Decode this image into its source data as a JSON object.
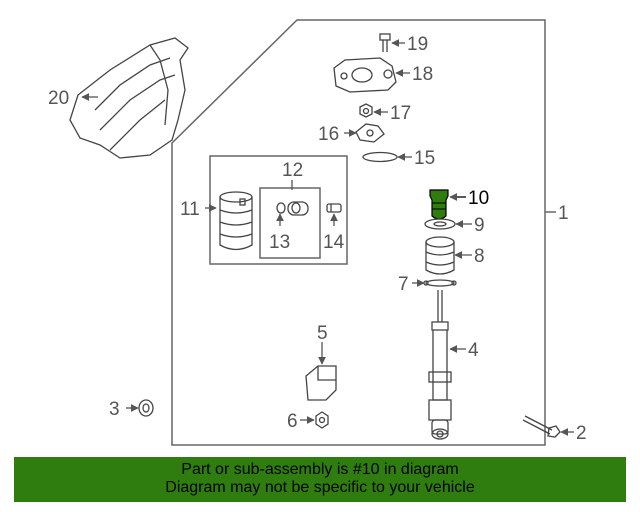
{
  "diagram": {
    "highlight_color": "#2e7d0e",
    "callouts": [
      {
        "id": "1",
        "label": "1"
      },
      {
        "id": "2",
        "label": "2"
      },
      {
        "id": "3",
        "label": "3"
      },
      {
        "id": "4",
        "label": "4"
      },
      {
        "id": "5",
        "label": "5"
      },
      {
        "id": "6",
        "label": "6"
      },
      {
        "id": "7",
        "label": "7"
      },
      {
        "id": "8",
        "label": "8"
      },
      {
        "id": "9",
        "label": "9"
      },
      {
        "id": "10",
        "label": "10",
        "highlighted": true
      },
      {
        "id": "11",
        "label": "11"
      },
      {
        "id": "12",
        "label": "12"
      },
      {
        "id": "13",
        "label": "13"
      },
      {
        "id": "14",
        "label": "14"
      },
      {
        "id": "15",
        "label": "15"
      },
      {
        "id": "16",
        "label": "16"
      },
      {
        "id": "17",
        "label": "17"
      },
      {
        "id": "18",
        "label": "18"
      },
      {
        "id": "19",
        "label": "19"
      },
      {
        "id": "20",
        "label": "20"
      }
    ]
  },
  "banner": {
    "line1": "Part or sub-assembly is #10 in diagram",
    "line2": "Diagram may not be specific to your vehicle",
    "background": "#2e7d0e"
  }
}
